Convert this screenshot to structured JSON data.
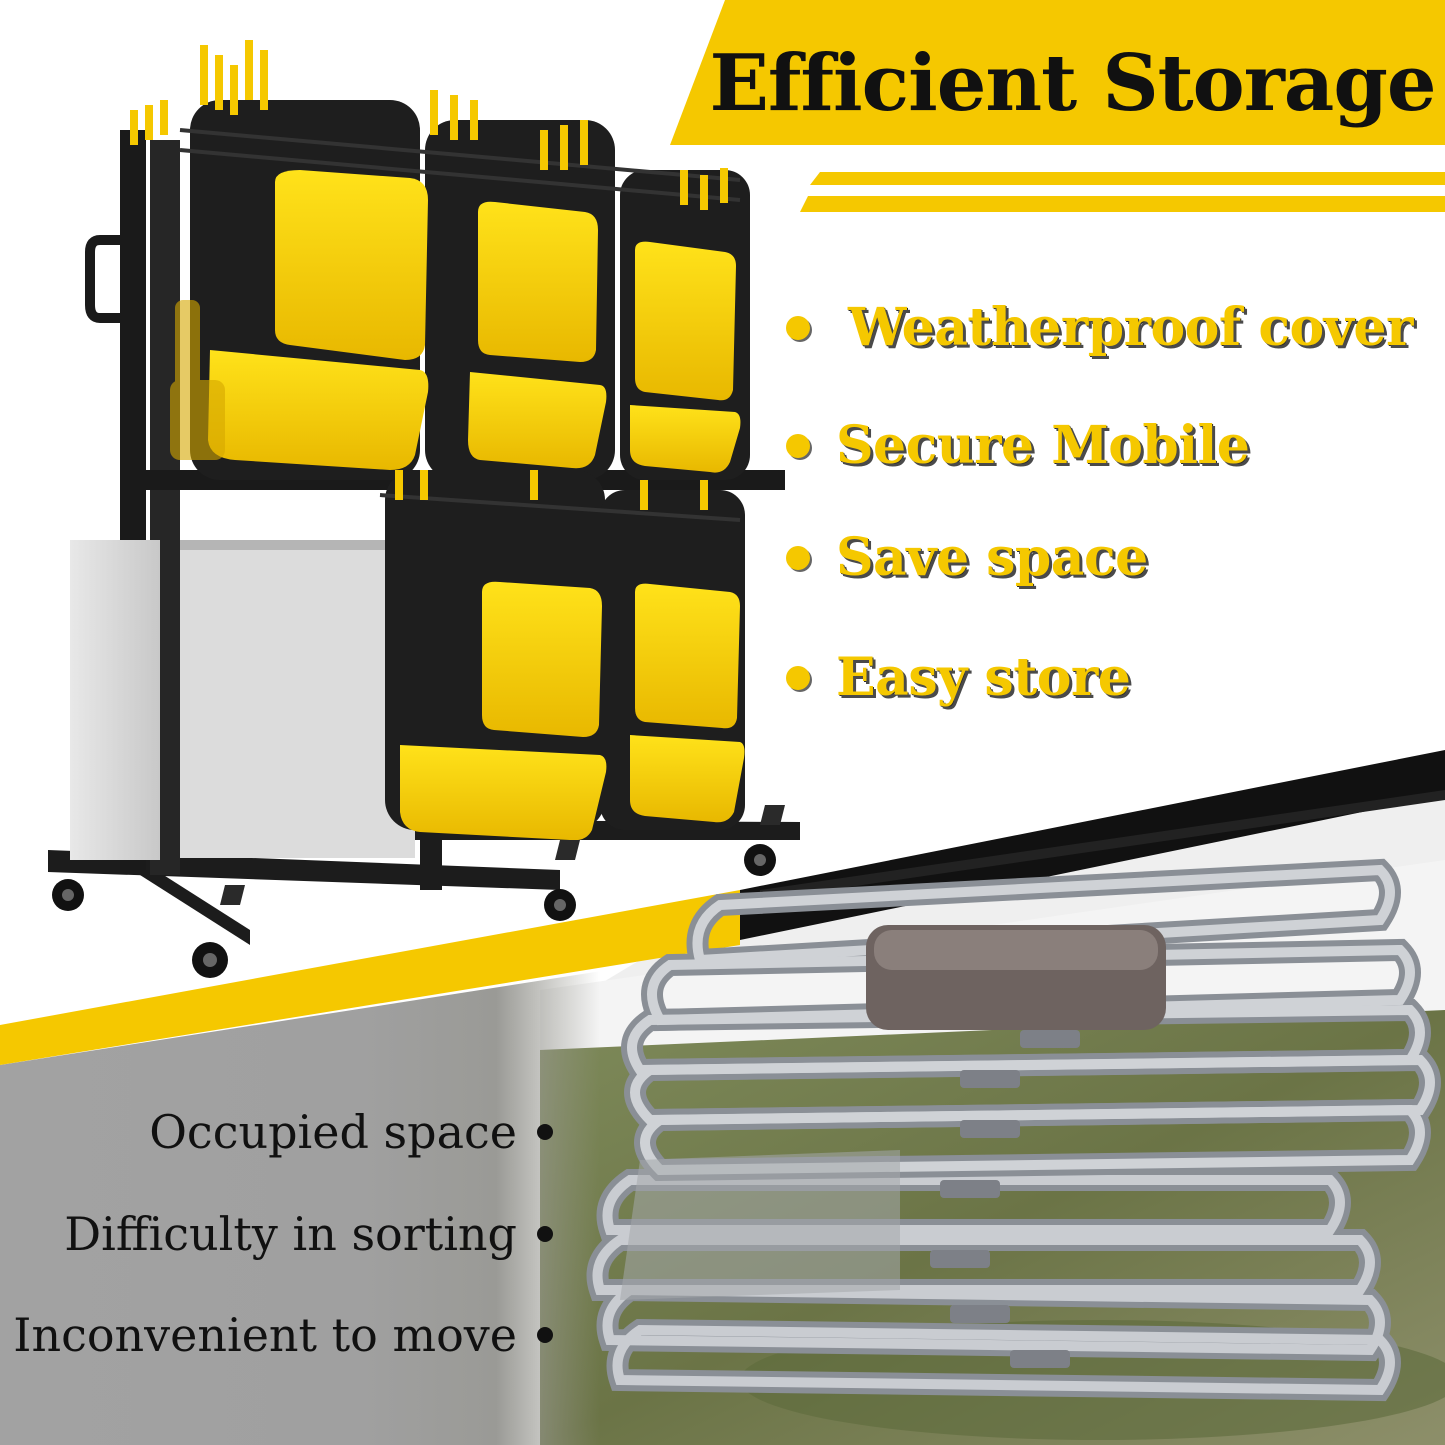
{
  "title": "Efficient Storage",
  "features": [
    "Weatherproof cover",
    "Secure Mobile",
    "Save space",
    "Easy store"
  ],
  "drawbacks": [
    "Occupied space",
    "Difficulty in sorting",
    "Inconvenient to move"
  ],
  "colors": {
    "accent": "#f5c800",
    "dark": "#111111",
    "gray_panel": "#9a9a9a"
  },
  "icons": [
    "bullet-dot-icon"
  ]
}
